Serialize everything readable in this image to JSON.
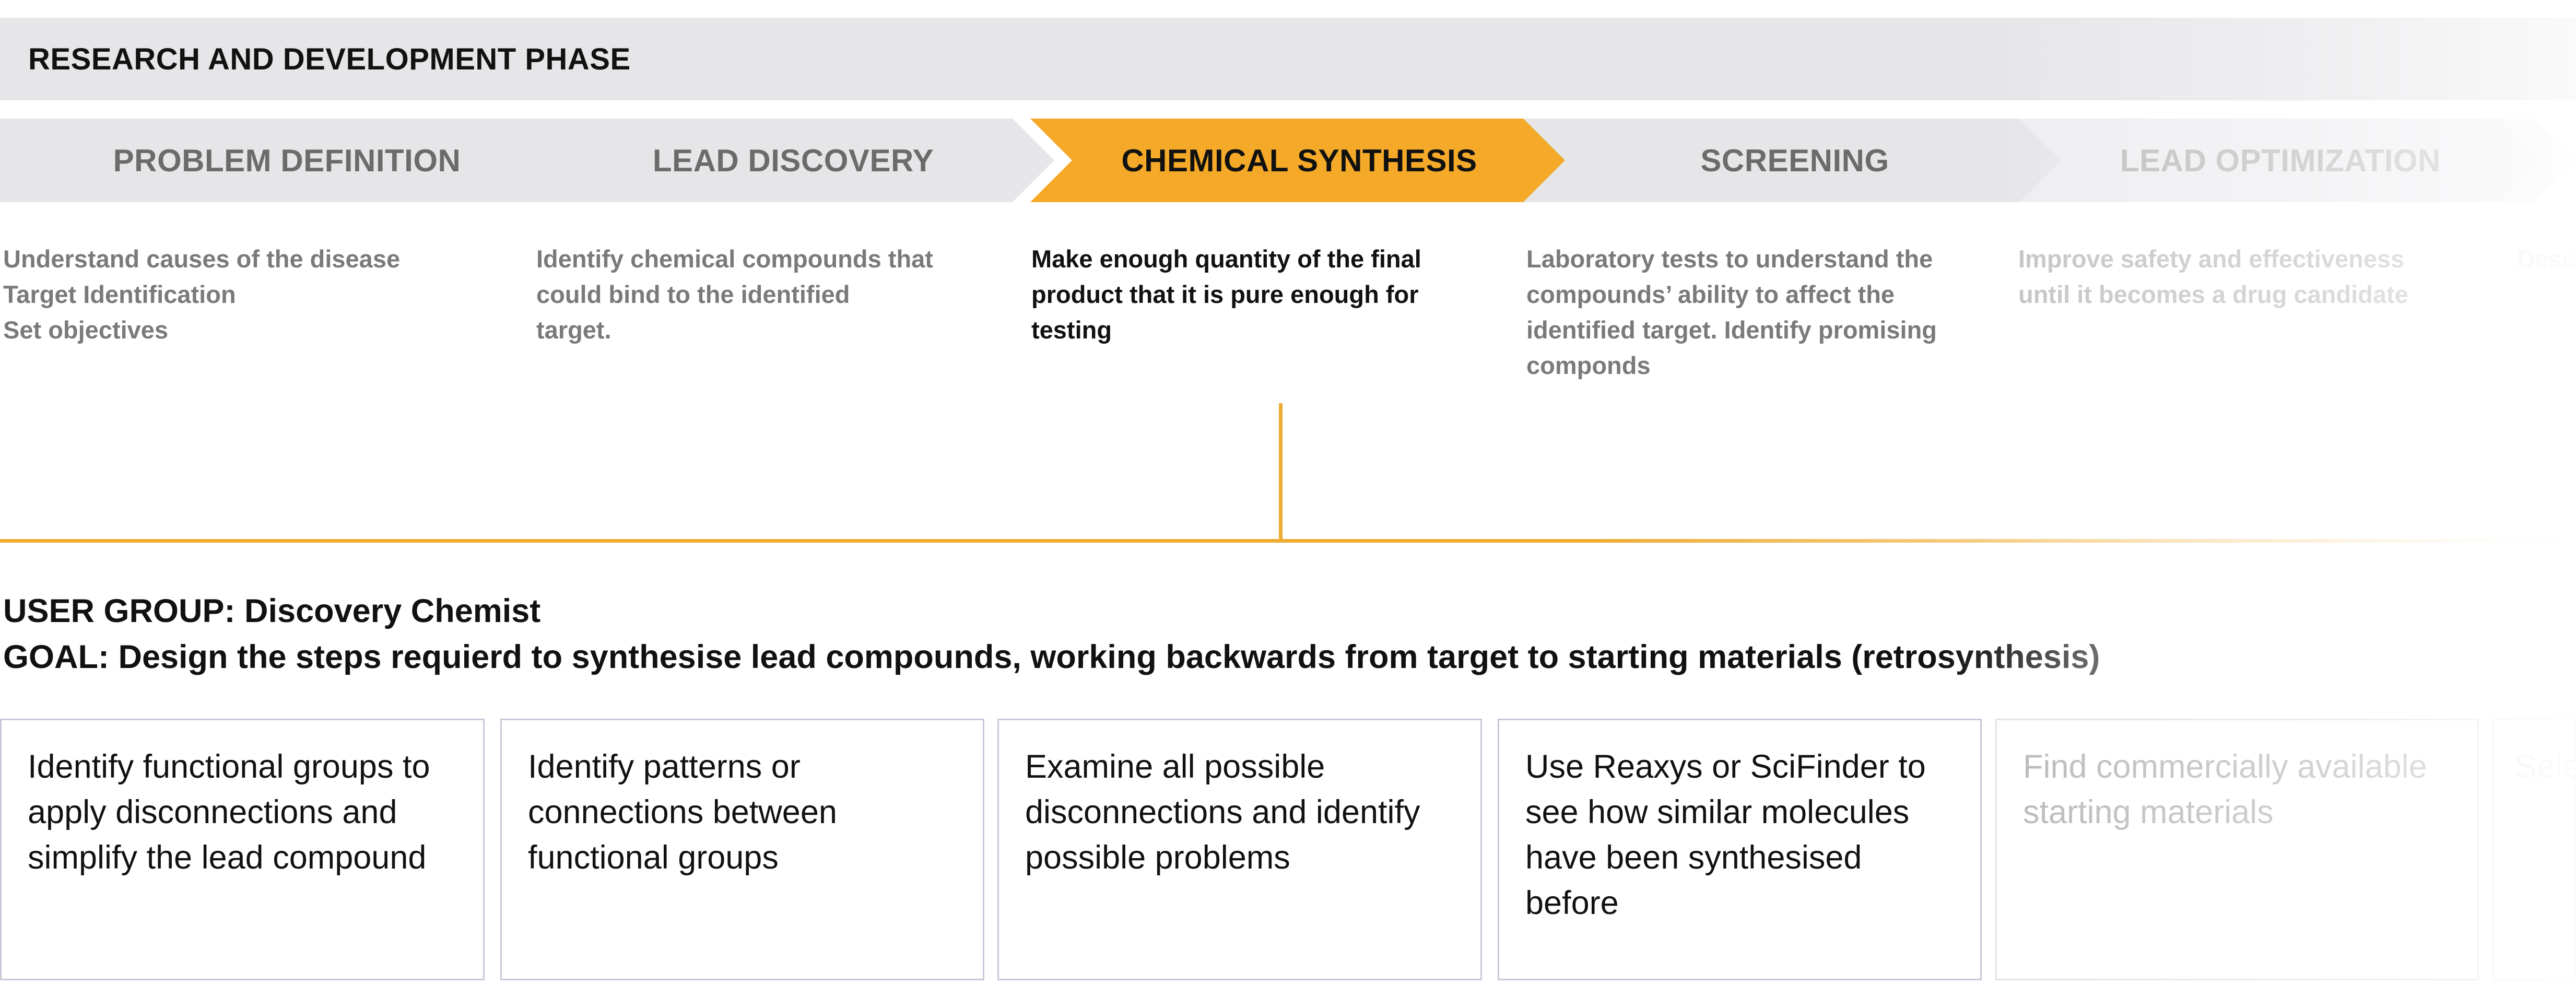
{
  "phase": {
    "title": "RESEARCH AND DEVELOPMENT PHASE"
  },
  "stages": [
    {
      "label": "PROBLEM DEFINITION",
      "desc": [
        "Understand causes of the disease",
        "Target Identification",
        "Set objectives"
      ]
    },
    {
      "label": "LEAD DISCOVERY",
      "desc": [
        "Identify chemical compounds that",
        "could bind to the identified",
        "target."
      ]
    },
    {
      "label": "CHEMICAL SYNTHESIS",
      "desc": [
        "Make enough quantity of the final",
        "product that it is pure enough for",
        "testing"
      ]
    },
    {
      "label": "SCREENING",
      "desc": [
        "Laboratory tests to understand the",
        "compounds’ ability to affect the",
        "identified target. Identify promising",
        "componds"
      ]
    },
    {
      "label": "LEAD OPTIMIZATION",
      "desc": [
        "Improve safety and effectiveness",
        "until it becomes a drug candidate"
      ]
    },
    {
      "label": "",
      "desc": [
        "Desc"
      ]
    }
  ],
  "user_group": "USER GROUP: Discovery Chemist",
  "goal": "GOAL: Design the steps requierd to synthesise lead compounds, working backwards from target to starting materials (retrosynthesis)",
  "steps": [
    {
      "lines": [
        "Identify functional groups to",
        "apply disconnections and",
        "simplify the lead compound"
      ]
    },
    {
      "lines": [
        "Identify patterns or",
        "connections between",
        "functional groups"
      ]
    },
    {
      "lines": [
        "Examine all possible",
        "disconnections and identify",
        "possible problems"
      ]
    },
    {
      "lines": [
        "Use Reaxys or SciFinder to",
        "see how similar molecules",
        "have been synthesised",
        "before"
      ]
    },
    {
      "lines": [
        "Find commercially available",
        "starting materials"
      ]
    },
    {
      "lines": [
        "Sele"
      ]
    }
  ],
  "colors": {
    "accent": "#f4a928",
    "stage_bg": "#e6e5e8",
    "line": "#eeac33"
  }
}
